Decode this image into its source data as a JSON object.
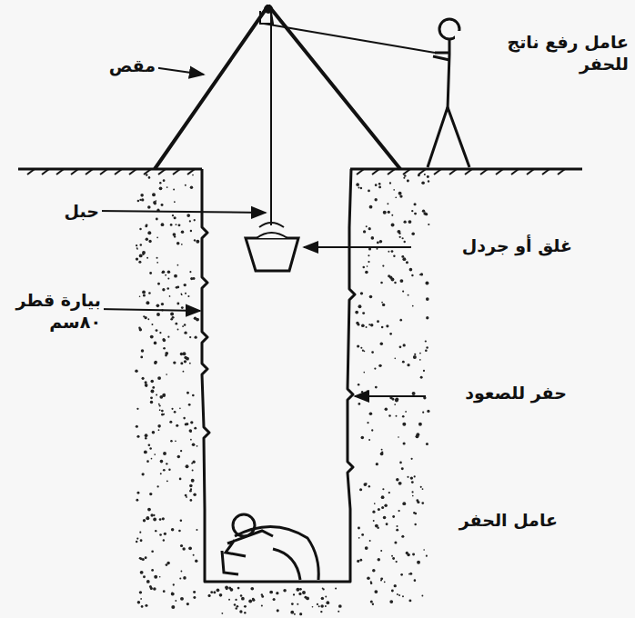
{
  "diagram": {
    "labels": [
      "مقص",
      "عامل رفع ناتج للحفر",
      "حبل",
      "غلق أو جردل",
      "بيارة قطر ٨٠سم",
      "حفر للصعود",
      "عامل الحفر"
    ]
  }
}
